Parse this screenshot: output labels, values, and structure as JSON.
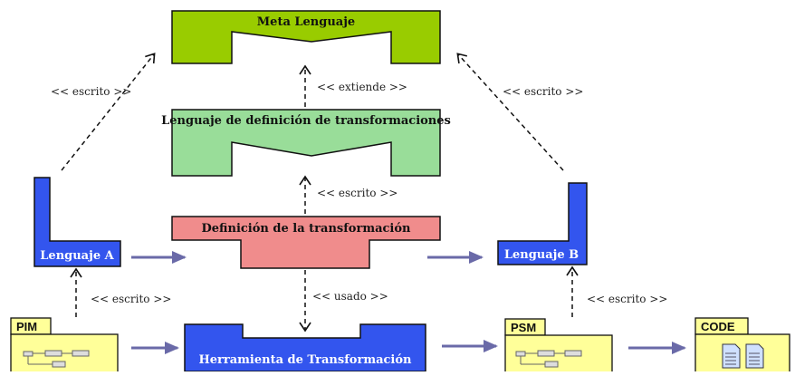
{
  "nodes": {
    "meta_lenguaje": "Meta Lenguaje",
    "lenguaje_def_transformaciones": "Lenguaje de definición de transformaciones",
    "definicion_transformacion": "Definición de la transformación",
    "lenguaje_a": "Lenguaje A",
    "lenguaje_b": "Lenguaje B",
    "herramienta": "Herramienta de Transformación",
    "pim": "PIM",
    "psm": "PSM",
    "code": "CODE"
  },
  "labels": {
    "escrito_left_top": "<< escrito >>",
    "extiende": "<< extiende >>",
    "escrito_right_top": "<< escrito >>",
    "escrito_center": "<< escrito >>",
    "usado": "<< usado >>",
    "escrito_left_bottom": "<< escrito >>",
    "escrito_right_bottom": "<< escrito >>"
  },
  "colors": {
    "meta_fill": "#99cc00",
    "lang_def_fill": "#99dd99",
    "def_fill": "#f08c8c",
    "blue_fill": "#3355ee",
    "package_fill": "#ffff99",
    "arrow_solid": "#6a6aa8"
  }
}
